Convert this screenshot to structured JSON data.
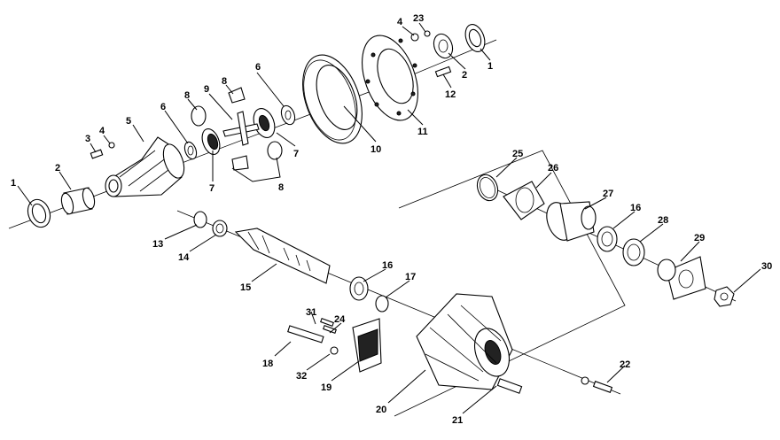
{
  "diagram": {
    "labels": {
      "p1a": "1",
      "p1b": "1",
      "p2a": "2",
      "p2b": "2",
      "p3": "3",
      "p4a": "4",
      "p4b": "4",
      "p5": "5",
      "p6a": "6",
      "p6b": "6",
      "p7a": "7",
      "p7b": "7",
      "p8a": "8",
      "p8b": "8",
      "p8c": "8",
      "p9": "9",
      "p10": "10",
      "p11": "11",
      "p12": "12",
      "p13": "13",
      "p14": "14",
      "p15": "15",
      "p16a": "16",
      "p16b": "16",
      "p17": "17",
      "p18": "18",
      "p19": "19",
      "p20": "20",
      "p21": "21",
      "p22": "22",
      "p23": "23",
      "p24": "24",
      "p25": "25",
      "p26": "26",
      "p27": "27",
      "p28": "28",
      "p29": "29",
      "p30": "30",
      "p31": "31",
      "p32": "32"
    }
  }
}
